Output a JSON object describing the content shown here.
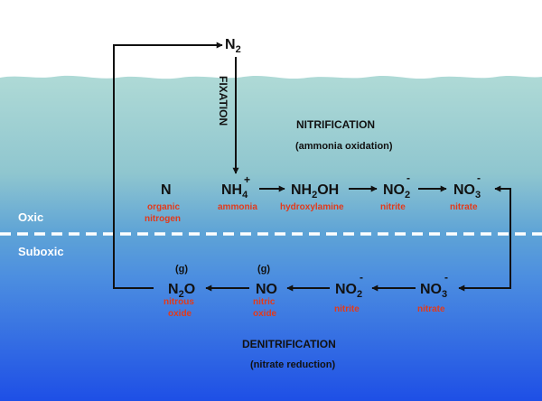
{
  "zones": {
    "oxic": "Oxic",
    "suboxic": "Suboxic"
  },
  "processes": {
    "fixation": "FIXATION",
    "nitrification": {
      "title": "NITRIFICATION",
      "subtitle": "(ammonia oxidation)"
    },
    "denitrification": {
      "title": "DENITRIFICATION",
      "subtitle": "(nitrate reduction)"
    }
  },
  "top": {
    "n2": {
      "base": "N",
      "sub": "2"
    }
  },
  "oxic_row": {
    "organic_n": {
      "base": "N",
      "label_line1": "organic",
      "label_line2": "nitrogen"
    },
    "ammonium": {
      "base": "NH",
      "sub": "4",
      "sup": "+",
      "label": "ammonia"
    },
    "hydroxylamine": {
      "base_a": "NH",
      "sub": "2",
      "base_b": "OH",
      "label": "hydroxylamine"
    },
    "nitrite": {
      "base": "NO",
      "sub": "2",
      "sup": "-",
      "label": "nitrite"
    },
    "nitrate": {
      "base": "NO",
      "sub": "3",
      "sup": "-",
      "label": "nitrate"
    }
  },
  "suboxic_row": {
    "nitrous_oxide": {
      "phase": "(g)",
      "base_a": "N",
      "sub": "2",
      "base_b": "O",
      "label_line1": "nitrous",
      "label_line2": "oxide"
    },
    "nitric_oxide": {
      "phase": "(g)",
      "base": "NO",
      "label_line1": "nitric",
      "label_line2": "oxide"
    },
    "nitrite": {
      "base": "NO",
      "sub": "2",
      "sup": "-",
      "label": "nitrite"
    },
    "nitrate": {
      "base": "NO",
      "sub": "3",
      "sup": "-",
      "label": "nitrate"
    }
  },
  "colors": {
    "sky": "#ffffff",
    "water_top": "#a9d6d6",
    "water_bottom": "#1f4fe0",
    "label_red": "#e23a1b",
    "arrow": "#111111",
    "divider": "#ffffff"
  }
}
